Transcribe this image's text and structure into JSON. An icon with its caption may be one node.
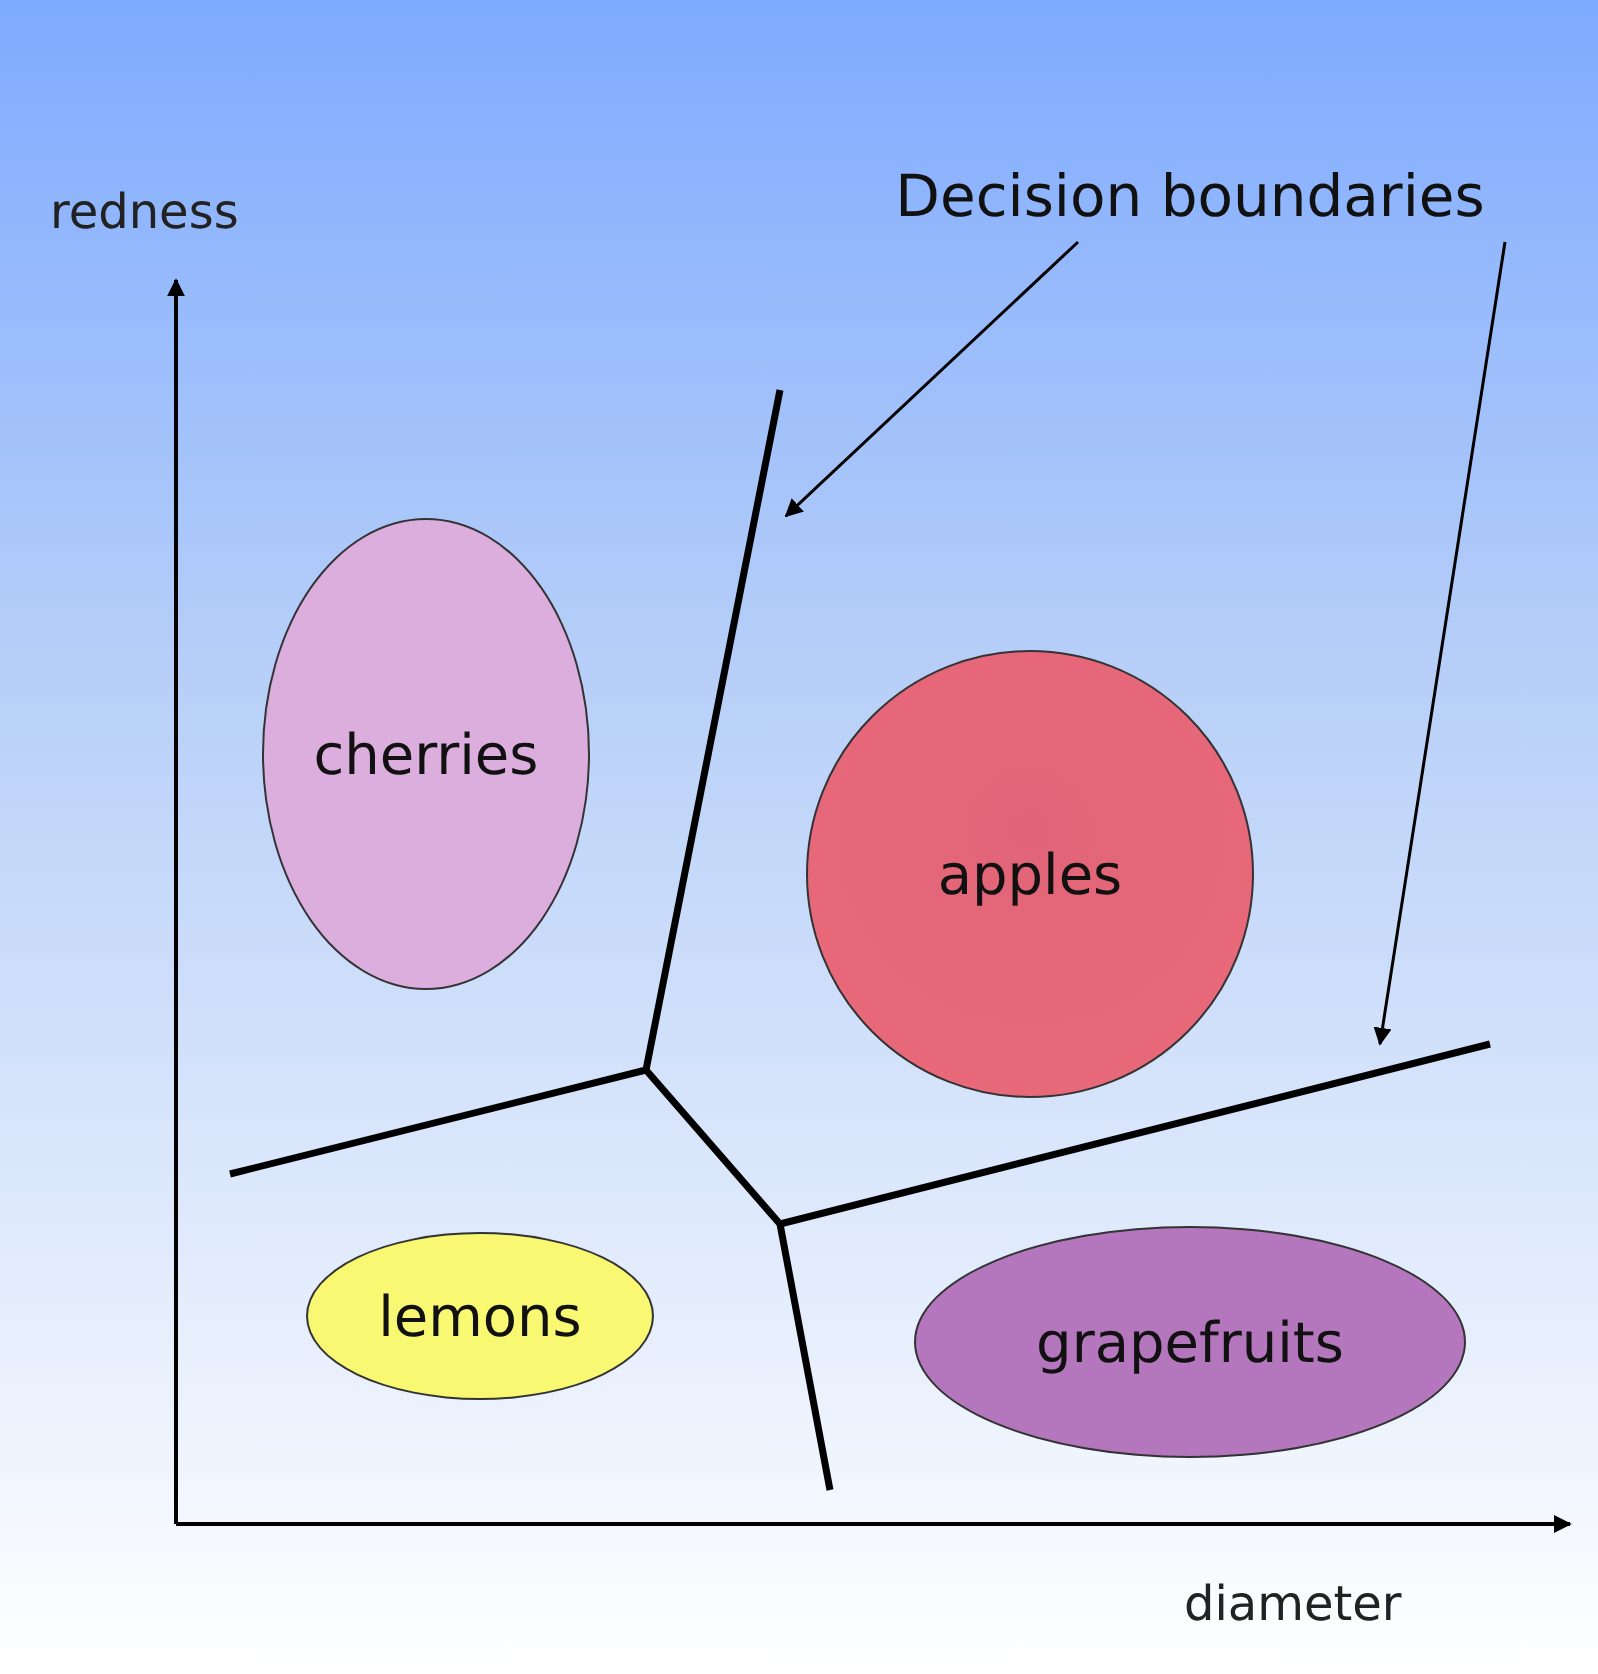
{
  "diagram": {
    "nodes": [
      {
        "text": [
          "cherries"
        ]
      },
      {
        "text": [
          "apples"
        ]
      },
      {
        "text": [
          "lemons"
        ]
      },
      {
        "text": [
          "grapefruits"
        ]
      },
      {
        "text": [
          "Decision boundaries"
        ]
      }
    ],
    "edges": [
      {
        "from": 4,
        "to": null,
        "arrow": "to"
      },
      {
        "from": 4,
        "to": null,
        "arrow": "to"
      }
    ],
    "labels": [
      "redness",
      "diameter"
    ]
  }
}
